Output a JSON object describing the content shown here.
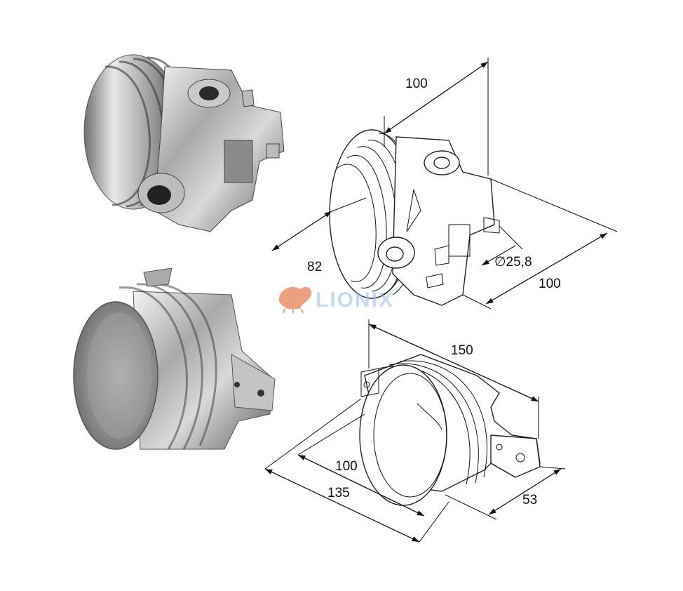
{
  "watermark": {
    "text": "LIONIX"
  },
  "top_drawing": {
    "dims": {
      "depth": "100",
      "height": "82",
      "bore": "∅25,8",
      "width": "100"
    }
  },
  "bottom_drawing": {
    "dims": {
      "length": "150",
      "inner": "100",
      "outer": "135",
      "flange": "53"
    }
  }
}
